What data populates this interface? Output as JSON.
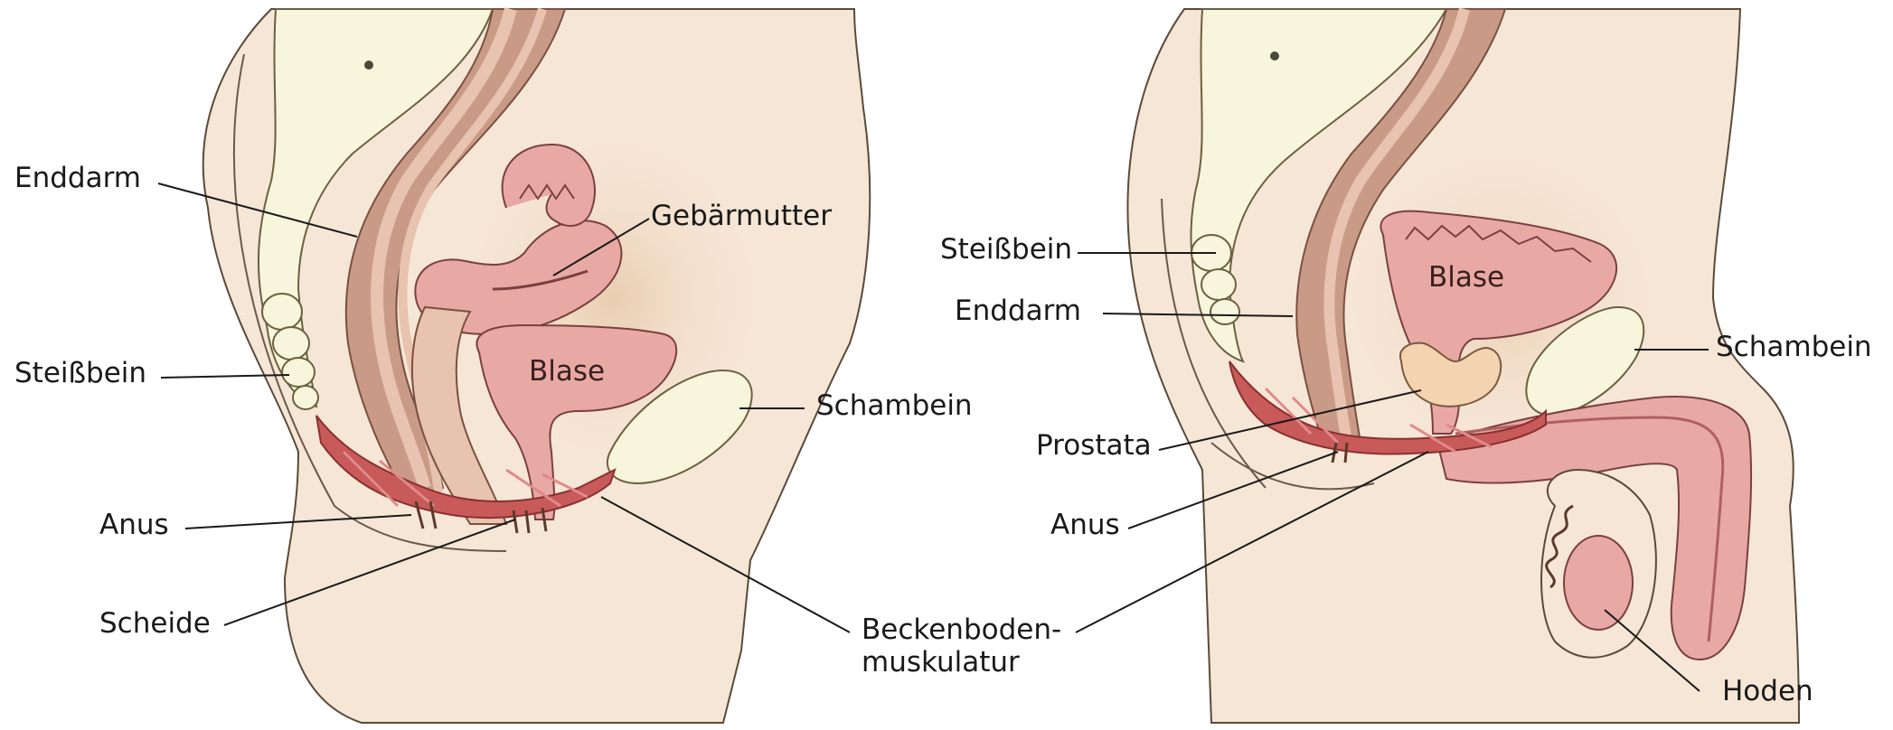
{
  "female": {
    "labels": {
      "enddarm": "Enddarm",
      "steissbein": "Steißbein",
      "anus": "Anus",
      "scheide": "Scheide",
      "gebaermutter": "Gebärmutter",
      "blase": "Blase",
      "schambein": "Schambein"
    }
  },
  "male": {
    "labels": {
      "steissbein": "Steißbein",
      "enddarm": "Enddarm",
      "blase": "Blase",
      "schambein": "Schambein",
      "prostata": "Prostata",
      "anus": "Anus",
      "hoden": "Hoden"
    }
  },
  "shared": {
    "beckenboden_line1": "Beckenboden-",
    "beckenboden_line2": "muskulatur"
  },
  "colors": {
    "skin": "#f6e6d6",
    "skin_outline": "#5a4a3a",
    "bone": "#f7f6dc",
    "rectum_dark": "#c99b86",
    "rectum_light": "#e7c3b0",
    "organ_pink": "#e8a9a5",
    "organ_inner": "#f4cfc8",
    "muscle": "#c85a5a"
  }
}
